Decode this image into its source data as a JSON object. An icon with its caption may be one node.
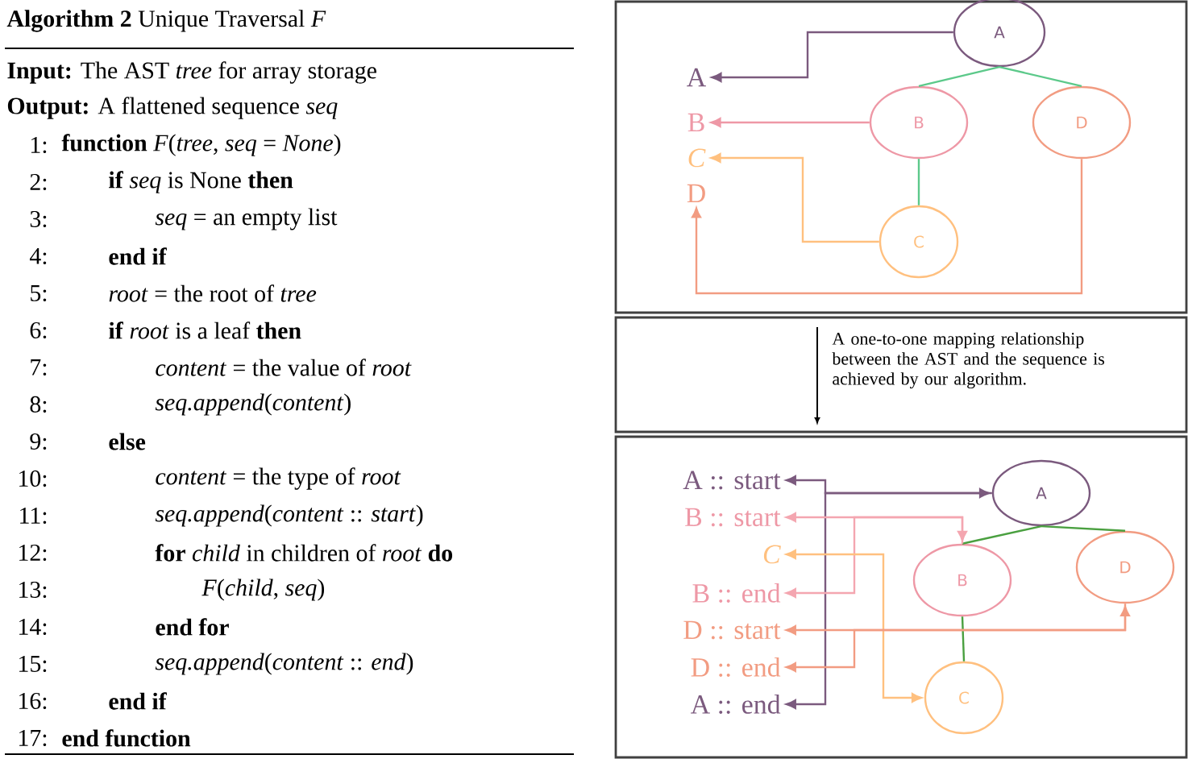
{
  "diagram": {
    "title": "**Algorithm 2** Unique Traversal *F*",
    "nodes": [
      {
        "text": [
          "A"
        ]
      },
      {
        "text": [
          "B"
        ]
      },
      {
        "text": [
          "D"
        ]
      },
      {
        "text": [
          "C"
        ]
      },
      {
        "text": [
          "A"
        ]
      },
      {
        "text": [
          "B"
        ]
      },
      {
        "text": [
          "C"
        ]
      },
      {
        "text": [
          "D"
        ]
      },
      {
        "text": [
          "A"
        ]
      },
      {
        "text": [
          "B"
        ]
      },
      {
        "text": [
          "D"
        ]
      },
      {
        "text": [
          "C"
        ]
      },
      {
        "text": [
          "A :: start"
        ]
      },
      {
        "text": [
          "B :: start"
        ]
      },
      {
        "text": [
          "C"
        ]
      },
      {
        "text": [
          "B :: end"
        ]
      },
      {
        "text": [
          "D :: start"
        ]
      },
      {
        "text": [
          "D :: end"
        ]
      },
      {
        "text": [
          "A :: end"
        ]
      }
    ],
    "edges": [
      {
        "from": 0,
        "to": 1,
        "arrow": "none",
        "color": "#5cc98a"
      },
      {
        "from": 0,
        "to": 2,
        "arrow": "none",
        "color": "#5cc98a"
      },
      {
        "from": 1,
        "to": 3,
        "arrow": "none",
        "color": "#5cc98a"
      },
      {
        "from": 0,
        "to": 4,
        "arrow": "to",
        "color": "#7b5a7e"
      },
      {
        "from": 1,
        "to": 5,
        "arrow": "to",
        "color": "#ee98a6"
      },
      {
        "from": 3,
        "to": 6,
        "arrow": "to",
        "color": "#ffc07f"
      },
      {
        "from": 2,
        "to": 7,
        "arrow": "to",
        "color": "#f29c82"
      },
      {
        "from": 8,
        "to": 9,
        "arrow": "none",
        "color": "#4aa040"
      },
      {
        "from": 8,
        "to": 10,
        "arrow": "none",
        "color": "#4aa040"
      },
      {
        "from": 9,
        "to": 11,
        "arrow": "none",
        "color": "#4aa040"
      },
      {
        "from": 12,
        "to": 8,
        "arrow": "both",
        "color": "#7b5a7e"
      },
      {
        "from": 8,
        "to": 18,
        "arrow": "to",
        "color": "#7b5a7e"
      },
      {
        "from": 13,
        "to": 9,
        "arrow": "both",
        "color": "#f4a6b0"
      },
      {
        "from": 9,
        "to": 15,
        "arrow": "to",
        "color": "#f4a6b0"
      },
      {
        "from": 14,
        "to": 11,
        "arrow": "both",
        "color": "#ffc07f"
      },
      {
        "from": 16,
        "to": 10,
        "arrow": "both",
        "color": "#f29c82"
      },
      {
        "from": 10,
        "to": 17,
        "arrow": "to",
        "color": "#f29c82"
      }
    ],
    "labels": [
      "**Input:** The AST *tree* for array storage",
      "**Output:** A flattened sequence *seq*",
      "1:",
      "**function** *F*(*tree*, *seq* = *None*)",
      "2:",
      "**if** *seq* is None **then**",
      "3:",
      "*seq* = an empty list",
      "4:",
      "**end if**",
      "5:",
      "*root* = the root of *tree*",
      "6:",
      "**if** *root* is a leaf **then**",
      "7:",
      "*content* = the value of *root*",
      "8:",
      "*seq.append*(*content*)",
      "9:",
      "**else**",
      "10:",
      "*content* = the type of *root*",
      "11:",
      "*seq.append*(*content* :: *start*)",
      "12:",
      "**for** *child* in children of *root* **do**",
      "13:",
      "*F*(*child*, *seq*)",
      "14:",
      "**end for**",
      "15:",
      "*seq.append*(*content* :: *end*)",
      "16:",
      "**end if**",
      "17:",
      "**end function**",
      "A one-to-one mapping relationship between the AST and the sequence is achieved by our algorithm."
    ]
  }
}
